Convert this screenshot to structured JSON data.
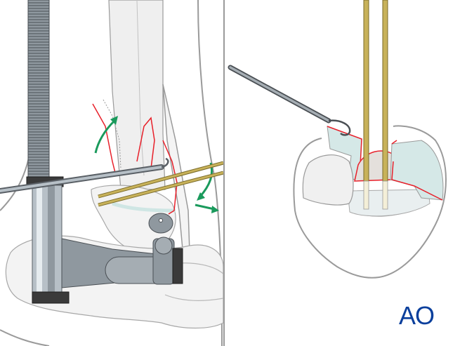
{
  "figure": {
    "panels": [
      {
        "id": "lateral-view",
        "description": "Lateral view of ankle with external fixator/distractor, dental pick and two K-wires; green arrows indicate fragment reduction"
      },
      {
        "id": "axial-view",
        "description": "Axial view of distal tibial articular surface with dental pick elevating fragment and two K-wires inserted"
      }
    ],
    "colors": {
      "fracture_line": "#e8202a",
      "arrow": "#1a9a5c",
      "kwire": "#c8b25a",
      "bone_fill": "#f2f2f2",
      "cartilage": "#cfe6e4",
      "metal": "#8f989f",
      "outline": "#9a9a9a",
      "logo": "#0a3f9c"
    }
  },
  "logo": {
    "text": "AO"
  }
}
